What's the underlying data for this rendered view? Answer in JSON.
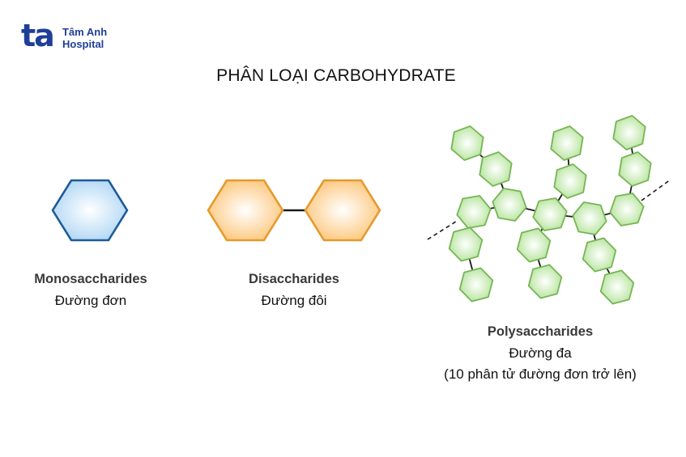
{
  "logo": {
    "mark": "ta",
    "line1": "Tâm Anh",
    "line2": "Hospital",
    "brand_color": "#1f3e98"
  },
  "title": "PHÂN LOẠI CARBOHYDRATE",
  "groups": [
    {
      "name_en": "Monosaccharides",
      "name_vi": "Đường đơn",
      "note": ""
    },
    {
      "name_en": "Disaccharides",
      "name_vi": "Đường đôi",
      "note": ""
    },
    {
      "name_en": "Polysaccharides",
      "name_vi": "Đường đa",
      "note": "(10 phân tử đường đơn trở lên)"
    }
  ],
  "colors": {
    "mono_fill": "#bfe0f7",
    "mono_stroke": "#1c5a98",
    "di_fill": "#fdcf8d",
    "di_stroke": "#e49a2c",
    "poly_fill": "#bfe9a6",
    "poly_stroke": "#76b554"
  }
}
